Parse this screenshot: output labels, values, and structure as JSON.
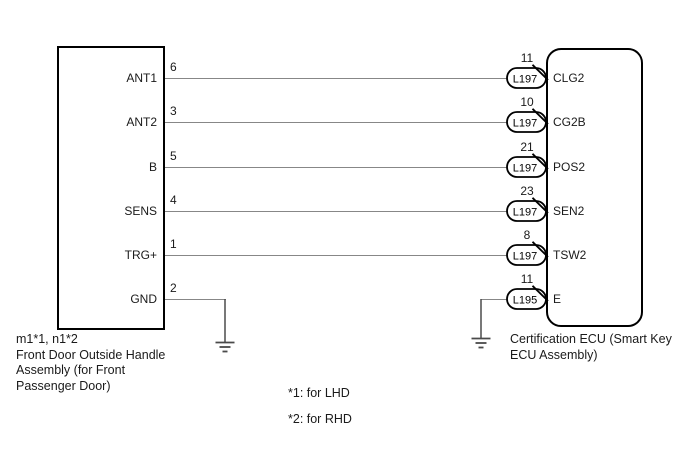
{
  "diagram_type": "wiring-diagram",
  "left_component": {
    "code": "m1*1, n1*2",
    "name_lines": [
      "Front Door Outside Handle",
      "Assembly (for Front",
      "Passenger Door)"
    ],
    "pins": [
      {
        "number": "6",
        "label": "ANT1"
      },
      {
        "number": "3",
        "label": "ANT2"
      },
      {
        "number": "5",
        "label": "B"
      },
      {
        "number": "4",
        "label": "SENS"
      },
      {
        "number": "1",
        "label": "TRG+"
      },
      {
        "number": "2",
        "label": "GND"
      }
    ]
  },
  "right_component": {
    "name_lines": [
      "Certification ECU (Smart Key",
      "ECU Assembly)"
    ],
    "pins": [
      {
        "terminal": "11",
        "connector": "L197",
        "label": "CLG2"
      },
      {
        "terminal": "10",
        "connector": "L197",
        "label": "CG2B"
      },
      {
        "terminal": "21",
        "connector": "L197",
        "label": "POS2"
      },
      {
        "terminal": "23",
        "connector": "L197",
        "label": "SEN2"
      },
      {
        "terminal": "8",
        "connector": "L197",
        "label": "TSW2"
      },
      {
        "terminal": "11",
        "connector": "L195",
        "label": "E"
      }
    ]
  },
  "notes": [
    "*1: for LHD",
    "*2: for RHD"
  ],
  "colors": {
    "wire": "#878787",
    "outline": "#000000",
    "ground": "#4a4a4a",
    "background": "#ffffff"
  }
}
